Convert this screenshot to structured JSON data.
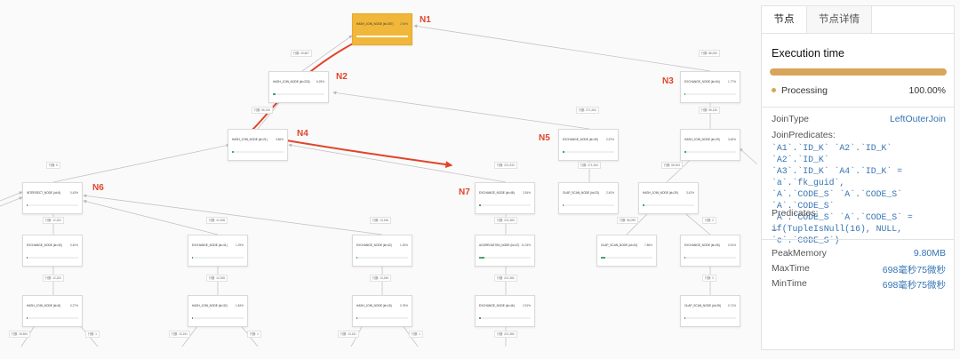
{
  "plan": {
    "nodes": [
      {
        "id": "n1",
        "name": "HASH_JOIN_NODE (id=257)",
        "pct": "2.94%",
        "fill": 1.0,
        "hl": true
      },
      {
        "id": "n2",
        "name": "HASH_JOIN_NODE (id=233)",
        "pct": "6.25%",
        "fill": 0.06
      },
      {
        "id": "n3",
        "name": "EXCHANGE_NODE (id=54)",
        "pct": "1.77%",
        "fill": 0.02
      },
      {
        "id": "n4",
        "name": "HASH_JOIN_NODE (id=21)",
        "pct": "3.86%",
        "fill": 0.04
      },
      {
        "id": "n5",
        "name": "EXCHANGE_NODE (id=49)",
        "pct": "2.57%",
        "fill": 0.03
      },
      {
        "id": "n6",
        "name": "HASH_JOIN_NODE (id=29)",
        "pct": "3.46%",
        "fill": 0.03
      },
      {
        "id": "n7",
        "name": "INTERSECT_NODE (id=5)",
        "pct": "0.43%",
        "fill": 0.01
      },
      {
        "id": "n8",
        "name": "EXCHANGE_NODE (id=48)",
        "pct": "2.54%",
        "fill": 0.03
      },
      {
        "id": "n9",
        "name": "OLAP_SCAN_NODE (id=23)",
        "pct": "2.40%",
        "fill": 0.02
      },
      {
        "id": "n10",
        "name": "HASH_JOIN_NODE (id=25)",
        "pct": "3.42%",
        "fill": 0.03
      },
      {
        "id": "n11",
        "name": "EXCHANGE_NODE (id=40)",
        "pct": "0.40%",
        "fill": 0.01
      },
      {
        "id": "n12",
        "name": "EXCHANGE_NODE (id=41)",
        "pct": "1.29%",
        "fill": 0.01
      },
      {
        "id": "n13",
        "name": "EXCHANGE_NODE (id=42)",
        "pct": "1.25%",
        "fill": 0.01
      },
      {
        "id": "n14",
        "name": "AGGREGATION_NODE (id=47)",
        "pct": "11.03%",
        "fill": 0.11
      },
      {
        "id": "n15",
        "name": "OLAP_SCAN_NODE (id=24)",
        "pct": "7.86%",
        "fill": 0.08
      },
      {
        "id": "n16",
        "name": "EXCHANGE_NODE (id=26)",
        "pct": "0.51%",
        "fill": 0.01
      },
      {
        "id": "n17",
        "name": "HASH_JOIN_NODE (id=8)",
        "pct": "0.27%",
        "fill": 0.01
      },
      {
        "id": "n18",
        "name": "HASH_JOIN_NODE (id=32)",
        "pct": "1.84%",
        "fill": 0.02
      },
      {
        "id": "n19",
        "name": "HASH_JOIN_NODE (id=15)",
        "pct": "0.78%",
        "fill": 0.01
      },
      {
        "id": "n20",
        "name": "EXCHANGE_NODE (id=46)",
        "pct": "2.91%",
        "fill": 0.03
      },
      {
        "id": "n21",
        "name": "OLAP_SCAN_NODE (id=25)",
        "pct": "0.71%",
        "fill": 0.01
      }
    ],
    "rows": [
      "行数: 43,807",
      "行数: 86,000",
      "行数: 55,130",
      "行数: 271,263",
      "行数: 55,130",
      "行数: 5",
      "行数: 221,933",
      "行数: 271,263",
      "行数: 55,003",
      "行数: 12,322",
      "行数: 12,328",
      "行数: 13,196",
      "行数: 221,383",
      "行数: 56,099",
      "行数: 2",
      "行数: 12,322",
      "行数: 12,328",
      "行数: 13,196",
      "行数: 221,382",
      "行数: 2",
      "行数: 18,500",
      "行数: 1",
      "行数: 13,151",
      "行数: 1",
      "行数: 13,151",
      "行数: 1",
      "行数: 221,382"
    ],
    "tags": [
      "N1",
      "N2",
      "N3",
      "N4",
      "N5",
      "N6",
      "N7"
    ],
    "accent": "#e0452b",
    "highlight": "#f0b73a"
  },
  "panel": {
    "tabs": [
      "节点",
      "节点详情"
    ],
    "title": "Execution time",
    "status_label": "Processing",
    "status_value": "100.00%",
    "join_type_label": "JoinType",
    "join_type_value": "LeftOuterJoin",
    "join_pred_label": "JoinPredicates:",
    "join_pred_lines": [
      "`A1`.`ID_K` `A2`.`ID_K` `A2`.`ID_K`",
      "`A3`.`ID_K` `A4`.`ID_K` = `a`.`fk_guid`,",
      "`A`.`CODE_S` `A`.`CODE_S` `A`.`CODE_S`",
      "`A`.`CODE_S` `A`.`CODE_S` =",
      "if(TupleIsNull(16), NULL, `c`.`CODE_S`)"
    ],
    "pred_label": "Predicates:",
    "pred_value": "—",
    "peak_label": "PeakMemory",
    "peak_value": "9.80MB",
    "max_label": "MaxTime",
    "max_value": "698毫秒75微秒",
    "min_label": "MinTime",
    "min_value": "698毫秒75微秒",
    "bar_color": "#d9a55b",
    "value_color": "#3674b3"
  }
}
